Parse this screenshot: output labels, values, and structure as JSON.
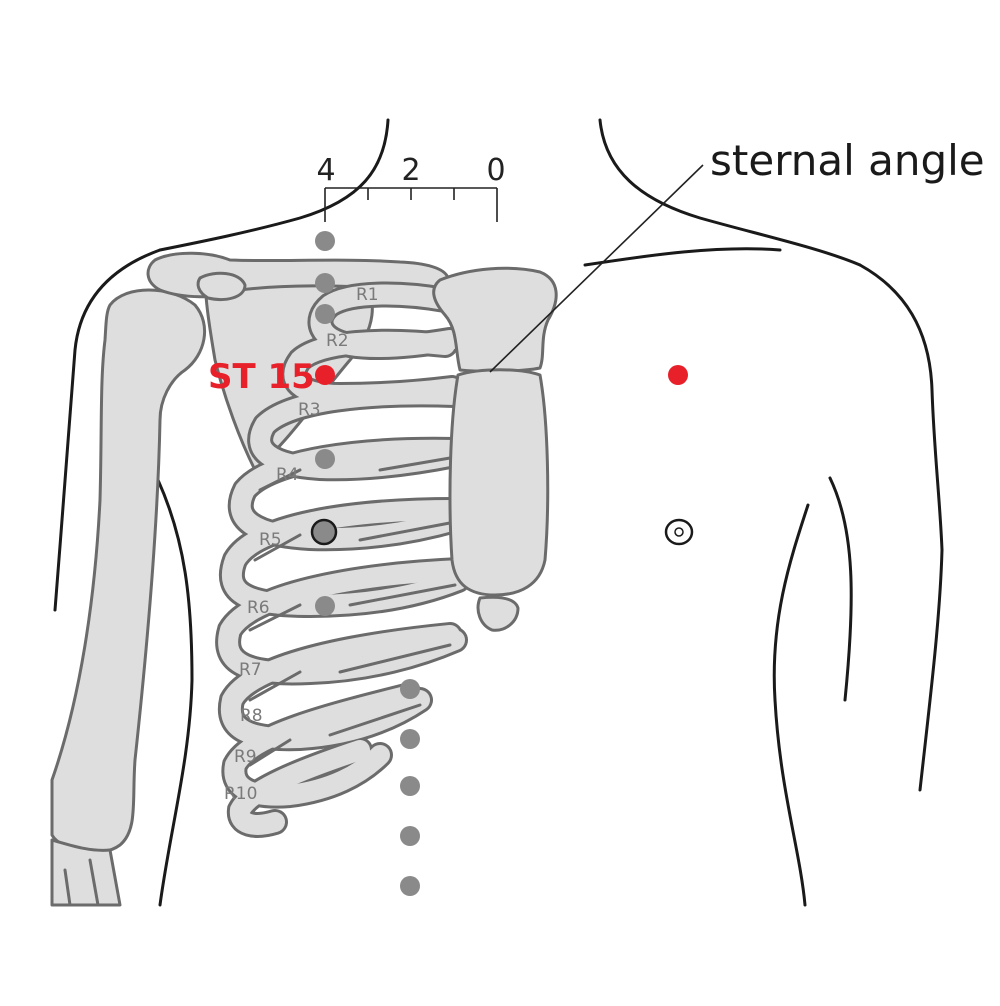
{
  "scale": {
    "labels": [
      "4",
      "2",
      "0"
    ]
  },
  "callout": {
    "label": "sternal angle"
  },
  "point": {
    "label": "ST 15"
  },
  "ribs": [
    "R1",
    "R2",
    "R3",
    "R4",
    "R5",
    "R6",
    "R7",
    "R8",
    "R9",
    "R10"
  ],
  "colors": {
    "acupoint": "#e8202a",
    "reference_dot": "#8a8a8a",
    "bone_fill": "#dedede",
    "bone_stroke": "#6b6b6b",
    "outline": "#1a1a1a"
  }
}
